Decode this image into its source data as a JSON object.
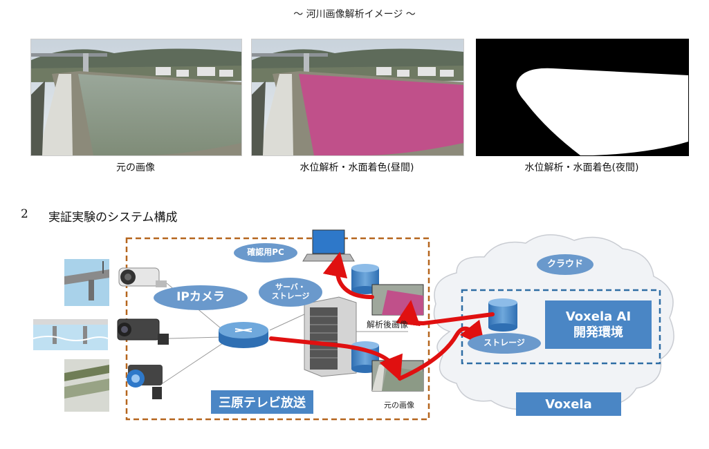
{
  "header": {
    "title": "～ 河川画像解析イメージ ～"
  },
  "images": [
    {
      "caption": "元の画像"
    },
    {
      "caption": "水位解析・水面着色(昼間)"
    },
    {
      "caption": "水位解析・水面着色(夜間)"
    }
  ],
  "section": {
    "number": "2",
    "title": "実証実験のシステム構成"
  },
  "diagram": {
    "ipcamera_label": "IPカメラ",
    "pc_label": "確認用PC",
    "server_label": "サーバ・\nストレージ",
    "analyzed_label": "解析後画像",
    "original_label": "元の画像",
    "station_label": "三原テレビ放送",
    "cloud_label": "クラウド",
    "storage_label": "ストレージ",
    "ai_label": "Voxela AI\n開発環境",
    "company_label": "Voxela"
  },
  "colors": {
    "water_pink": "#c0508a",
    "accent_blue": "#4a86c5",
    "ellipse_blue": "#6a99cc",
    "dashed_orange": "#b5651d",
    "dashed_blue": "#2e6da4",
    "arrow_red": "#e01010"
  }
}
